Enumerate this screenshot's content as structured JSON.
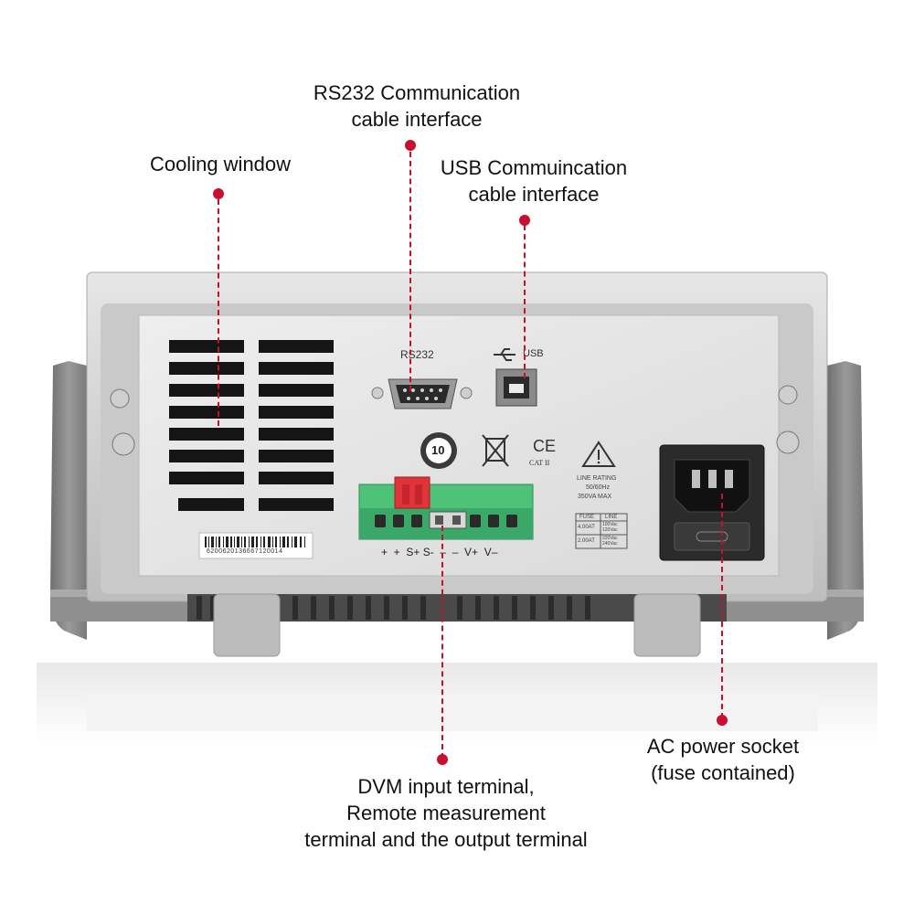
{
  "callouts": {
    "rs232_line1": "RS232 Communication",
    "rs232_line2": "cable interface",
    "cooling": "Cooling window",
    "usb_line1": "USB Commuincation",
    "usb_line2": "cable interface",
    "ac_line1": "AC power socket",
    "ac_line2": "(fuse contained)",
    "dvm_line1": "DVM input terminal,",
    "dvm_line2": "Remote measurement",
    "dvm_line3": "terminal and the output terminal"
  },
  "panel": {
    "rs232_label": "RS232",
    "usb_label": "USB",
    "cert_number": "10",
    "ce_mark": "CE",
    "cat_label": "CAT II",
    "line_rating_1": "LINE RATING",
    "line_rating_2": "50/60Hz",
    "line_rating_3": "350VA MAX",
    "fuse_header": "FUSE",
    "line_header": "LINE",
    "fuse_1": "4.00AT",
    "fuse_2": "2.00AT",
    "line_1": "100Vac 120Vac",
    "line_2": "220Vac 240Vac",
    "barcode_text": "6200620136667120014",
    "terminal_labels": "+  +  S+ S-  –  –  V+  V–"
  },
  "colors": {
    "accent": "#c8102e",
    "terminal_green": "#3fbf6f",
    "terminal_red": "#e0333a"
  }
}
